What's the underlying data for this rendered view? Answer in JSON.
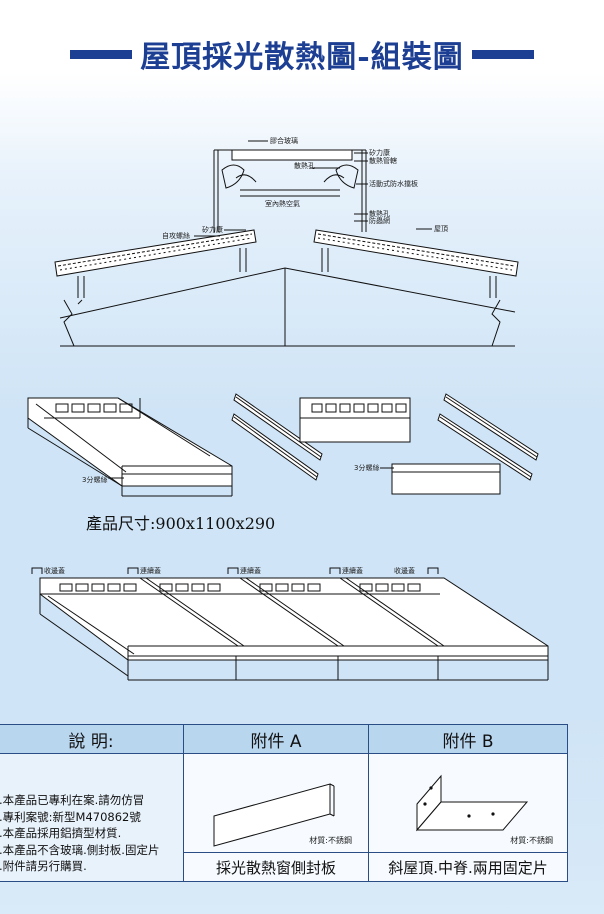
{
  "header": {
    "title": "屋頂採光散熱圖-組裝圖"
  },
  "diagram_labels": {
    "glass": "膠合玻璃",
    "vent_hole": "散熱孔",
    "indoor_air": "室內熱空氣",
    "silicone_top": "矽力康",
    "vent_louver": "散熱管轄",
    "waterproof_plate": "活動式防水擋板",
    "vent_hole_right": "散熱孔",
    "insect_net": "防蟲網",
    "roof": "屋頂",
    "self_tap_screw": "自攻螺絲",
    "silicone_left": "矽力康",
    "screw_left": "3分螺絲",
    "screw_right": "3分螺絲",
    "cap_left": "收邊蓋",
    "cap_mid1": "連續蓋",
    "cap_mid2": "連續蓋",
    "cap_mid3": "連續蓋",
    "cap_right": "收邊蓋"
  },
  "product_size": "產品尺寸:900x1100x290",
  "table": {
    "headers": [
      "說 明:",
      "附件 A",
      "附件 B"
    ],
    "notes": [
      ".本產品已專利在案.請勿仿冒",
      ".專利案號:新型M470862號",
      ".本產品採用鋁擠型材質.",
      ".本產品不含玻璃.側封板.固定片",
      ".附件請另行購買."
    ],
    "material_a": "材質:不銹鋼",
    "material_b": "材質:不銹鋼",
    "caption_a": "採光散熱窗側封板",
    "caption_b": "斜屋頂.中脊.兩用固定片"
  }
}
